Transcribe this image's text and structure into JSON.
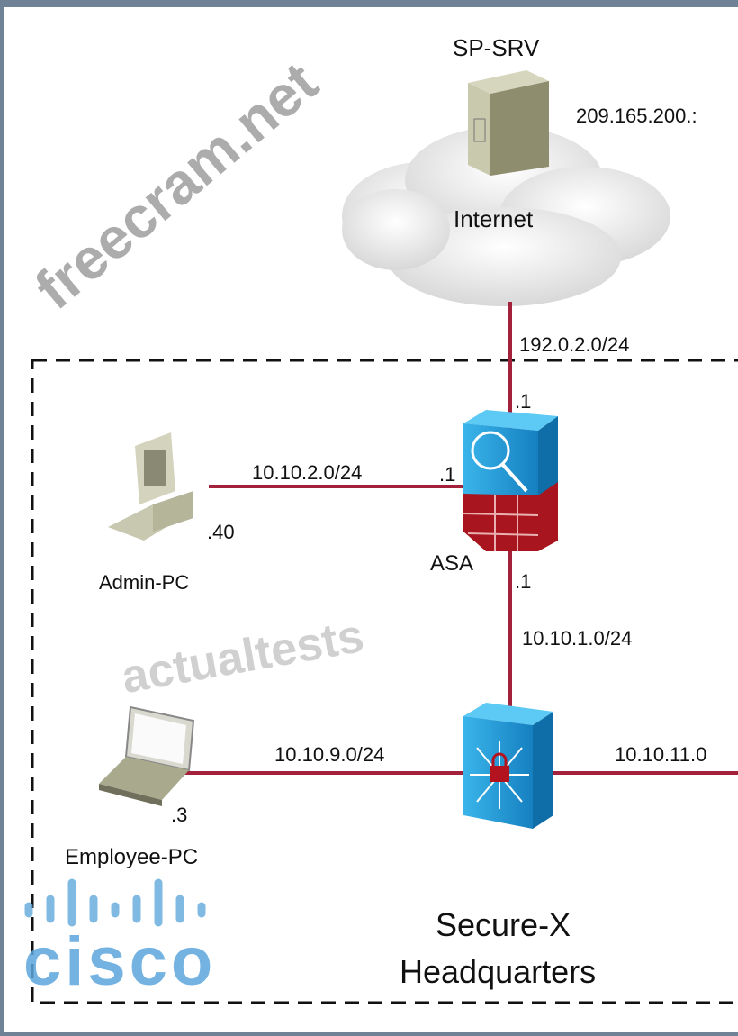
{
  "nodes": {
    "server": {
      "label": "SP-SRV",
      "address": "209.165.200.:"
    },
    "cloud": {
      "label": "Internet"
    },
    "asa": {
      "label": "ASA"
    },
    "admin_pc": {
      "label": "Admin-PC",
      "host": ".40"
    },
    "employee_pc": {
      "label": "Employee-PC",
      "host": ".3"
    }
  },
  "links": {
    "internet_asa": {
      "subnet": "192.0.2.0/24",
      "asa_if": ".1"
    },
    "admin_asa": {
      "subnet": "10.10.2.0/24",
      "asa_if": ".1"
    },
    "asa_switch": {
      "subnet": "10.10.1.0/24",
      "asa_if": ".1"
    },
    "employee_switch": {
      "subnet": "10.10.9.0/24"
    },
    "switch_right": {
      "subnet": "10.10.11.0"
    }
  },
  "site": {
    "line1": "Secure-X",
    "line2": "Headquarters"
  },
  "watermarks": {
    "logo": "cisco",
    "site": "freecram.net",
    "faint": "actualtests"
  },
  "colors": {
    "link": "#a3213b",
    "frame": "#6f8296",
    "device_blue": "#1f9ad6"
  }
}
